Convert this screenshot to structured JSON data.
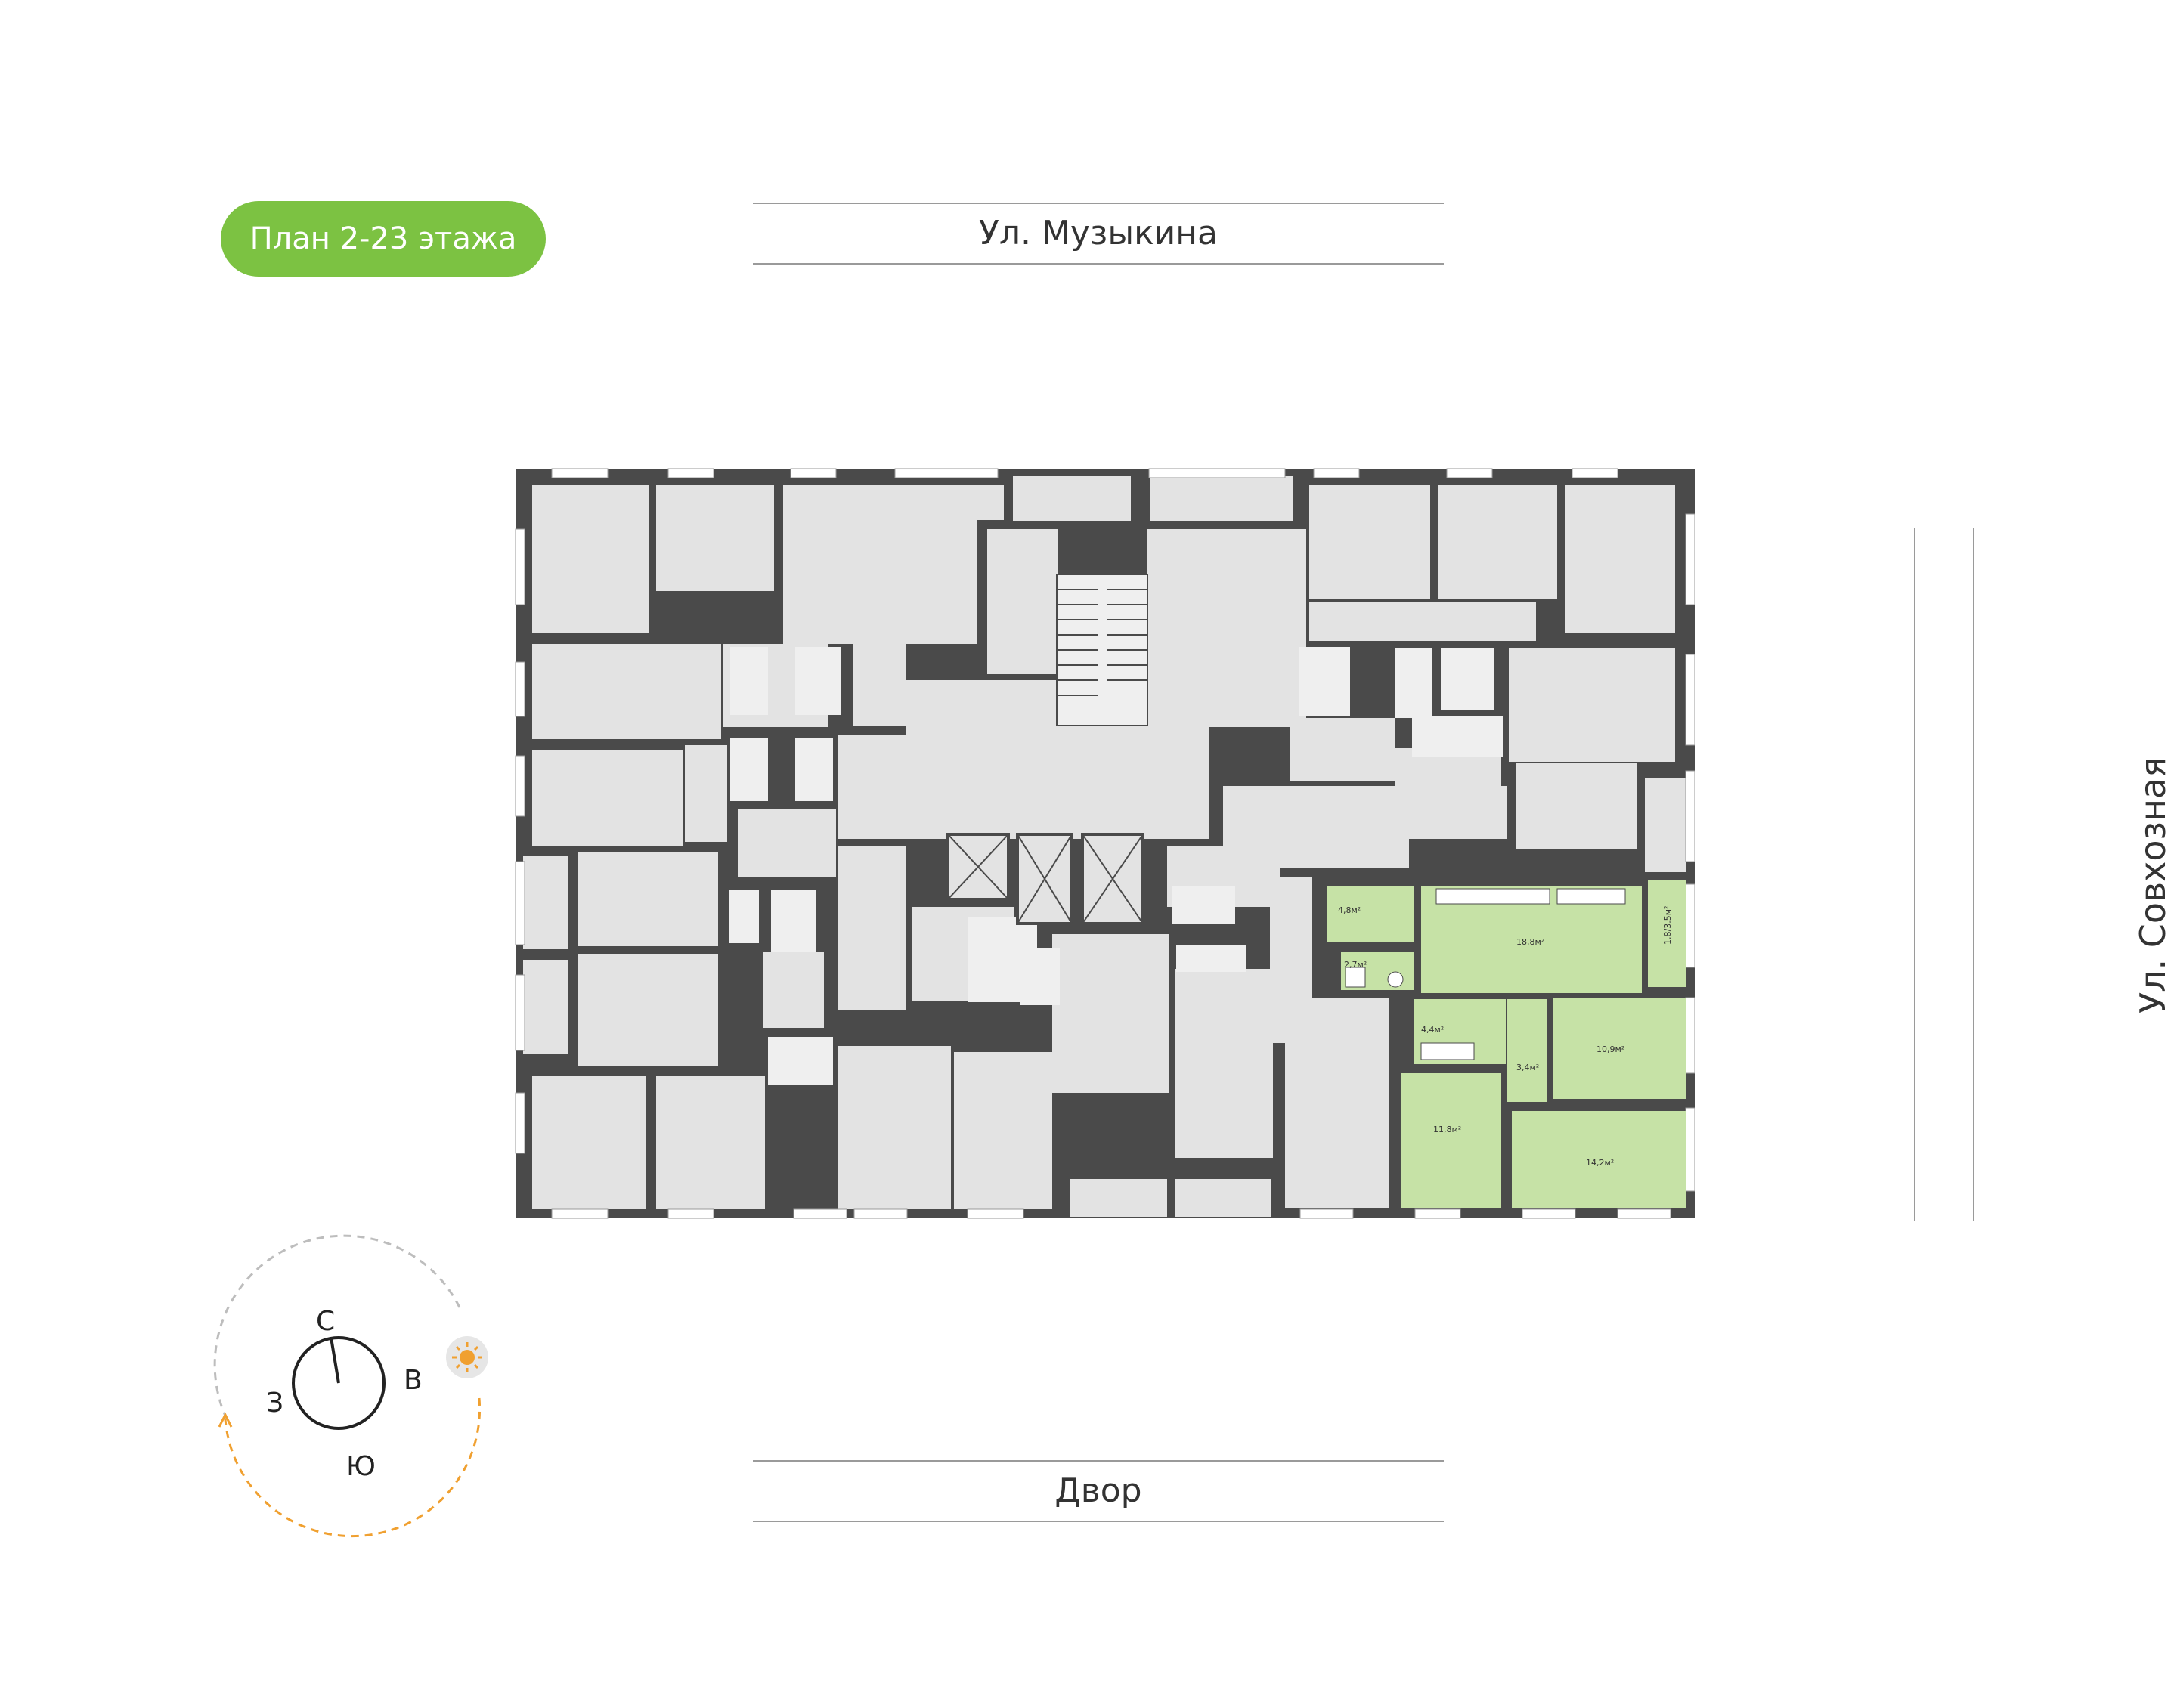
{
  "header": {
    "plan_title": "План 2-23 этажа"
  },
  "streets": {
    "top": "Ул. Музыкина",
    "bottom": "Двор",
    "right": "Ул. Совхозная"
  },
  "highlighted_apartment": {
    "room_areas": [
      "4,8м²",
      "18,8м²",
      "1,8/3,5м²",
      "2,7м²",
      "4,4м²",
      "3,4м²",
      "10,9м²",
      "11,8м²",
      "14,2м²"
    ]
  },
  "compass": {
    "north": "С",
    "east": "В",
    "south": "Ю",
    "west": "З",
    "sun_icon": "sun-icon"
  },
  "colors": {
    "badge": "#7cc242",
    "highlight": "#c6e2a6",
    "room_fill": "#e3e3e3",
    "wall": "#4a4a4a",
    "sun_path": "#f0a030"
  }
}
